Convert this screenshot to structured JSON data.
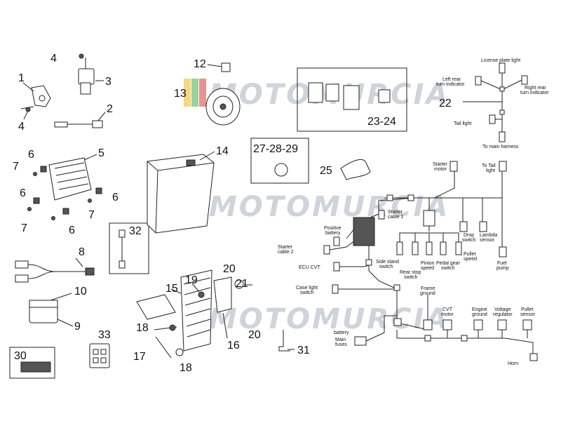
{
  "watermark": "MOTOMURCIA",
  "watermark_colors": [
    "#f4c64a",
    "#6fbf73",
    "#e06464",
    "#9aa3b1"
  ],
  "part_numbers": {
    "p1": "1",
    "p2": "2",
    "p3": "3",
    "p4a": "4",
    "p4b": "4",
    "p5": "5",
    "p6a": "6",
    "p6b": "6",
    "p6c": "6",
    "p6d": "6",
    "p7a": "7",
    "p7b": "7",
    "p7c": "7",
    "p8": "8",
    "p9": "9",
    "p10": "10",
    "p12": "12",
    "p13": "13",
    "p14": "14",
    "p15": "15",
    "p16": "16",
    "p17": "17",
    "p18a": "18",
    "p18b": "18",
    "p19": "19",
    "p20a": "20",
    "p20b": "20",
    "p21": "21",
    "p22": "22",
    "p23": "23-24",
    "p25": "25",
    "p27": "27-28-29",
    "p30": "30",
    "p31": "31",
    "p32": "32",
    "p33": "33"
  },
  "tail_harness_labels": {
    "license": "License plate light",
    "left_rear": [
      "Left rear",
      "turn indicator"
    ],
    "right_rear": [
      "Right rear",
      "turn indicator"
    ],
    "tail": "Tail light",
    "main": "To main harness"
  },
  "main_harness_labels": {
    "starter_motor": [
      "Starter",
      "motor"
    ],
    "to_tail": [
      "To Tail",
      "light"
    ],
    "starter_cable1": [
      "Starter",
      "cable 1"
    ],
    "positive_battery": [
      "Positive",
      "battery"
    ],
    "starter_cable2": [
      "Starter",
      "cable 2"
    ],
    "drop_switch": [
      "Drop",
      "switch"
    ],
    "lambda": [
      "Lambda",
      "sensor"
    ],
    "fuel_pump": [
      "Fuel",
      "pump"
    ],
    "side_stand": [
      "Side stand",
      "switch"
    ],
    "pinion_speed": [
      "Pinion",
      "speed"
    ],
    "pedal_gear": [
      "Pedal gear",
      "switch"
    ],
    "pullet_speed": [
      "Pullet",
      "speed"
    ],
    "rear_stop": [
      "Rear stop",
      "switch"
    ],
    "ecu_cvt": "ECU CVT",
    "case_light": [
      "Case light",
      "switch"
    ],
    "frame_ground": [
      "Frame",
      "ground"
    ],
    "cvt_motor": [
      "CVT",
      "motor"
    ],
    "engine_ground": [
      "Engine",
      "ground"
    ],
    "voltage_reg": [
      "Voltage",
      "regulator"
    ],
    "pullet_sensor": [
      "Pullet",
      "sensor"
    ],
    "battery": "battery",
    "main_fuses": [
      "Main",
      "fuses"
    ],
    "horn": "Horn"
  }
}
